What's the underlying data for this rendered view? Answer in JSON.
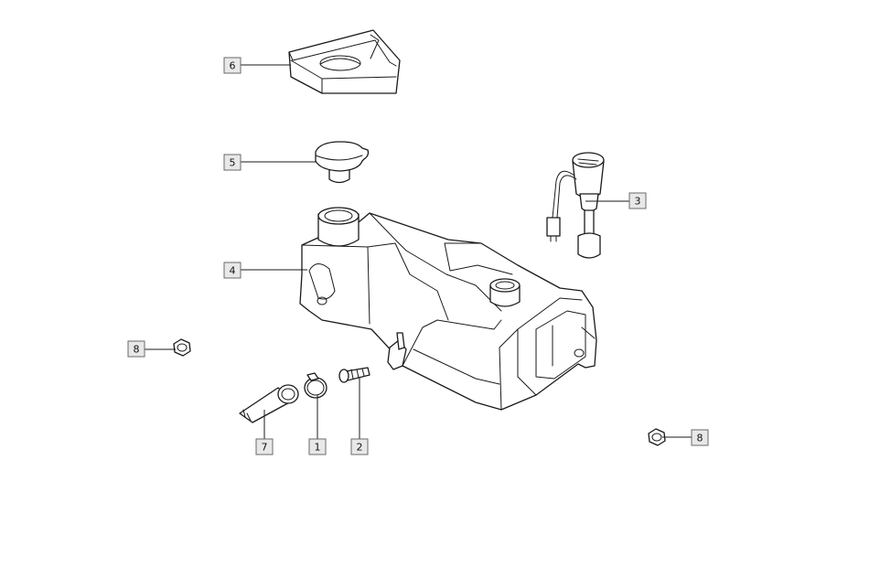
{
  "callouts": [
    {
      "id": "1",
      "label": "1",
      "part": "hose-clamp"
    },
    {
      "id": "2",
      "label": "2",
      "part": "screw"
    },
    {
      "id": "3",
      "label": "3",
      "part": "level-sensor"
    },
    {
      "id": "4",
      "label": "4",
      "part": "reservoir-tank"
    },
    {
      "id": "5",
      "label": "5",
      "part": "filler-cap"
    },
    {
      "id": "6",
      "label": "6",
      "part": "tray-cover"
    },
    {
      "id": "7",
      "label": "7",
      "part": "elbow-hose"
    },
    {
      "id": "8a",
      "label": "8",
      "part": "nut-left"
    },
    {
      "id": "8b",
      "label": "8",
      "part": "nut-right"
    }
  ],
  "colors": {
    "line": "#1a1a1a",
    "callout_fill": "#e8e8e8",
    "callout_border": "#6a6a6a"
  }
}
